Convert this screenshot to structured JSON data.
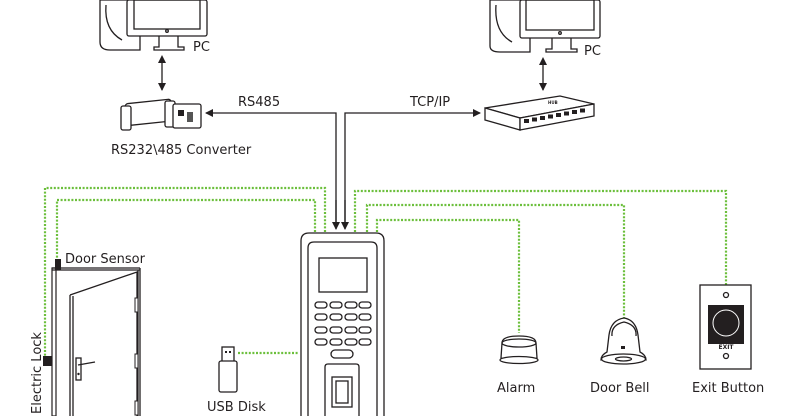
{
  "labels": {
    "pc_left": "PC",
    "pc_right": "PC",
    "converter": "RS232\\485 Converter",
    "rs485": "RS485",
    "tcpip": "TCP/IP",
    "door_sensor": "Door Sensor",
    "electric_lock": "Electric Lock",
    "usb_disk": "USB Disk",
    "alarm": "Alarm",
    "door_bell": "Door Bell",
    "exit_button": "Exit Button",
    "exit_text": "EXIT",
    "hub_text": "HUB"
  },
  "colors": {
    "wire_dotted": "#6cbf3c",
    "line": "#231f20"
  }
}
